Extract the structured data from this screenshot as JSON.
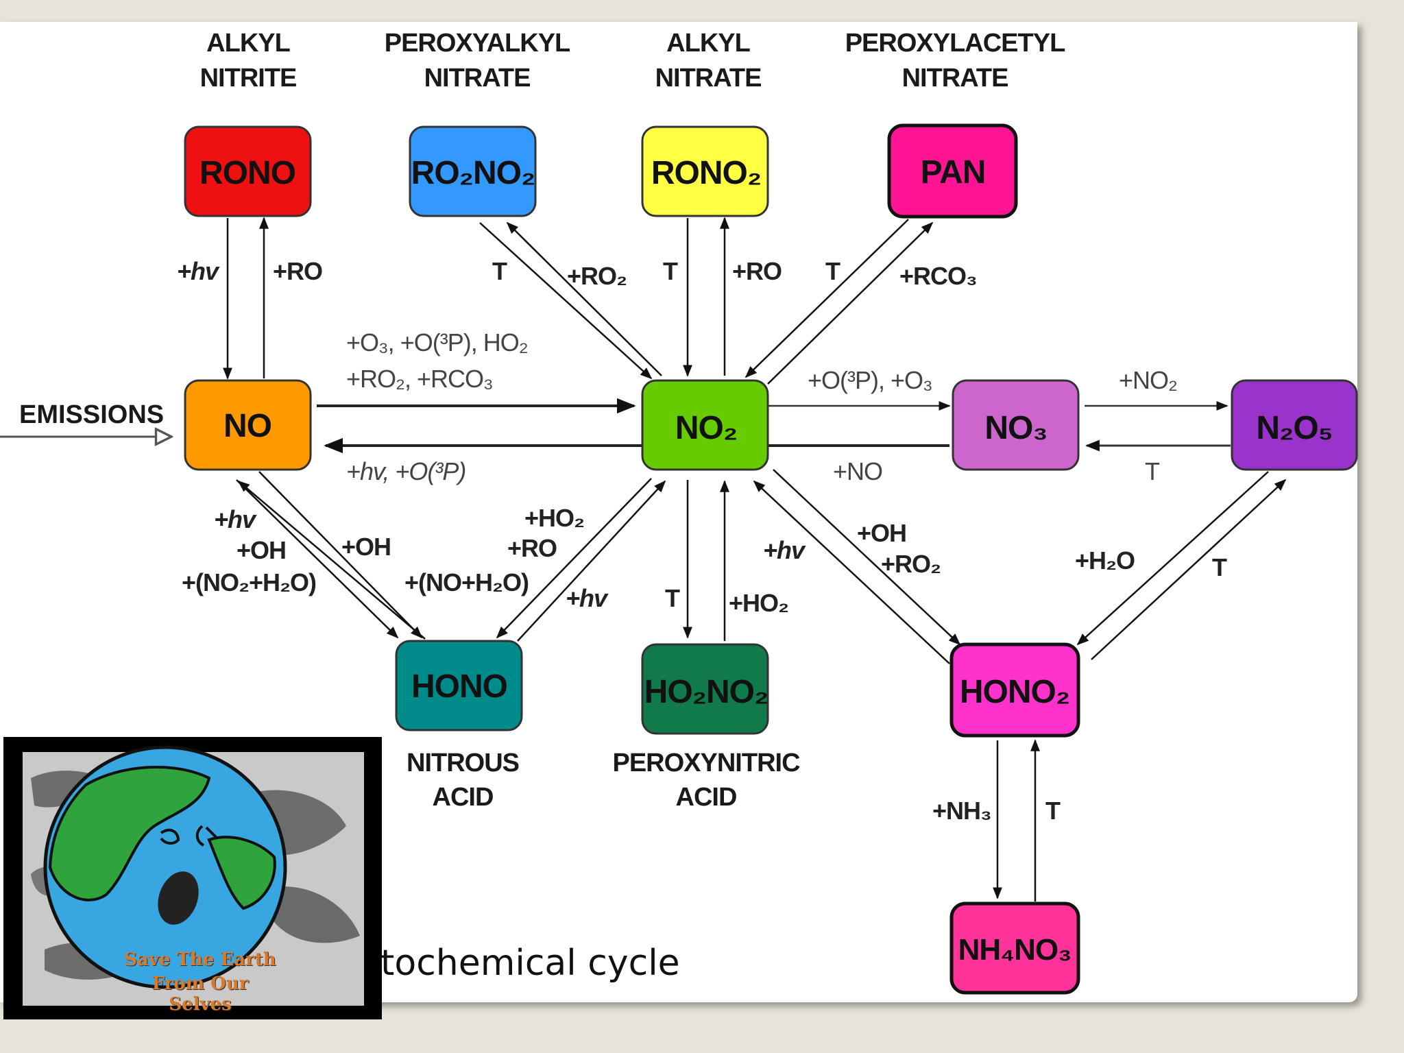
{
  "caption": "tochemical cycle",
  "categories": {
    "alkyl_nitrite": [
      "ALKYL",
      "NITRITE"
    ],
    "peroxyalkyl_nitrate": [
      "PEROXYALKYL",
      "NITRATE"
    ],
    "alkyl_nitrate": [
      "ALKYL",
      "NITRATE"
    ],
    "peroxylacetyl_nitrate": [
      "PEROXYLACETYL",
      "NITRATE"
    ],
    "nitrous_acid": [
      "NITROUS",
      "ACID"
    ],
    "peroxynitric_acid": [
      "PEROXYNITRIC",
      "ACID"
    ]
  },
  "emissions_label": "EMISSIONS",
  "nodes": {
    "rono": {
      "label": "RONO",
      "color": "#ee1111"
    },
    "ro2no2": {
      "label": "RO₂NO₂",
      "color": "#3399ff"
    },
    "rono2": {
      "label": "RONO₂",
      "color": "#ffff44"
    },
    "pan": {
      "label": "PAN",
      "color": "#ff1493"
    },
    "no": {
      "label": "NO",
      "color": "#ff9900"
    },
    "no2": {
      "label": "NO₂",
      "color": "#66cc00"
    },
    "no3": {
      "label": "NO₃",
      "color": "#cc66cc"
    },
    "n2o5": {
      "label": "N₂O₅",
      "color": "#9933cc"
    },
    "hono": {
      "label": "HONO",
      "color": "#008b8b"
    },
    "ho2no2": {
      "label": "HO₂NO₂",
      "color": "#117a4a"
    },
    "hono2": {
      "label": "HONO₂",
      "color": "#ff33cc"
    },
    "nh4no3": {
      "label": "NH₄NO₃",
      "color": "#ff3399"
    }
  },
  "reactions": {
    "rono_to_no": "+hv",
    "no_to_rono": "+RO",
    "ro2no2_T": "T",
    "ro2no2_ro2": "+RO₂",
    "rono2_T": "T",
    "rono2_ro": "+RO",
    "pan_T": "T",
    "pan_rco3": "+RCO₃",
    "no_no2_line1": "+O₃, +O(³P), HO₂",
    "no_no2_line2": "+RO₂, +RCO₃",
    "no2_no_line": "+hv, +O(³P)",
    "no2_no3": "+O(³P), +O₃",
    "no3_no2": "+NO",
    "no3_n2o5": "+NO₂",
    "n2o5_no3": "T",
    "hono_no_1": "+hv",
    "hono_no_2": "+OH",
    "hono_no_3": "+(NO₂+H₂O)",
    "no_hono": "+OH",
    "no2_hono_1": "+HO₂",
    "no2_hono_2": "+RO",
    "no2_hono_3": "+(NO+H₂O)",
    "hono_no2": "+hv",
    "no2_ho2no2": "T",
    "ho2no2_no2": "+HO₂",
    "hono2_no2": "+hv",
    "no2_hono2_1": "+OH",
    "no2_hono2_2": "+RO₂",
    "n2o5_hono2": "+H₂O",
    "hono2_n2o5": "T",
    "hono2_nh4no3": "+NH₃",
    "nh4no3_hono2": "T"
  },
  "cartoon": {
    "line1": "Save The Earth",
    "line2": "From Our Selves"
  }
}
